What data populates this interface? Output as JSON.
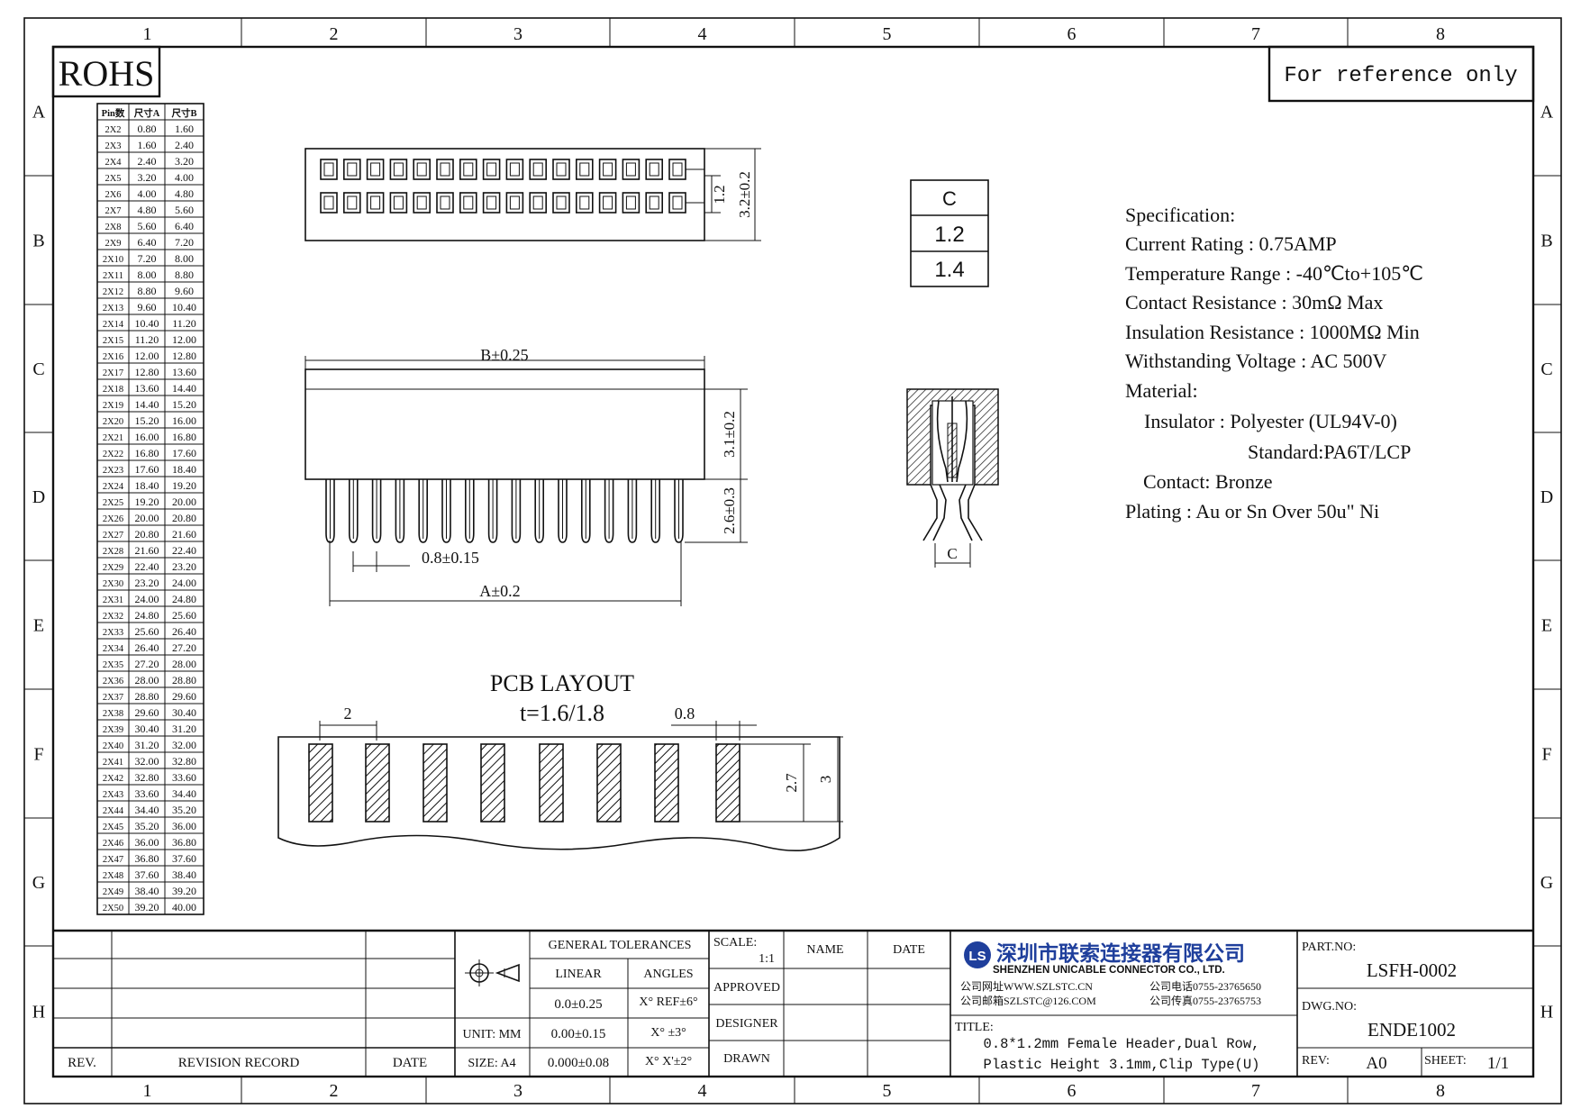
{
  "frame": {
    "col_labels": [
      "1",
      "2",
      "3",
      "4",
      "5",
      "6",
      "7",
      "8"
    ],
    "row_labels": [
      "A",
      "B",
      "C",
      "D",
      "E",
      "F",
      "G",
      "H"
    ]
  },
  "rohs": "ROHS",
  "reference_note": "For reference only",
  "pin_table": {
    "headers": [
      "Pin数",
      "尺寸A",
      "尺寸B"
    ],
    "rows": [
      [
        "2X2",
        "0.80",
        "1.60"
      ],
      [
        "2X3",
        "1.60",
        "2.40"
      ],
      [
        "2X4",
        "2.40",
        "3.20"
      ],
      [
        "2X5",
        "3.20",
        "4.00"
      ],
      [
        "2X6",
        "4.00",
        "4.80"
      ],
      [
        "2X7",
        "4.80",
        "5.60"
      ],
      [
        "2X8",
        "5.60",
        "6.40"
      ],
      [
        "2X9",
        "6.40",
        "7.20"
      ],
      [
        "2X10",
        "7.20",
        "8.00"
      ],
      [
        "2X11",
        "8.00",
        "8.80"
      ],
      [
        "2X12",
        "8.80",
        "9.60"
      ],
      [
        "2X13",
        "9.60",
        "10.40"
      ],
      [
        "2X14",
        "10.40",
        "11.20"
      ],
      [
        "2X15",
        "11.20",
        "12.00"
      ],
      [
        "2X16",
        "12.00",
        "12.80"
      ],
      [
        "2X17",
        "12.80",
        "13.60"
      ],
      [
        "2X18",
        "13.60",
        "14.40"
      ],
      [
        "2X19",
        "14.40",
        "15.20"
      ],
      [
        "2X20",
        "15.20",
        "16.00"
      ],
      [
        "2X21",
        "16.00",
        "16.80"
      ],
      [
        "2X22",
        "16.80",
        "17.60"
      ],
      [
        "2X23",
        "17.60",
        "18.40"
      ],
      [
        "2X24",
        "18.40",
        "19.20"
      ],
      [
        "2X25",
        "19.20",
        "20.00"
      ],
      [
        "2X26",
        "20.00",
        "20.80"
      ],
      [
        "2X27",
        "20.80",
        "21.60"
      ],
      [
        "2X28",
        "21.60",
        "22.40"
      ],
      [
        "2X29",
        "22.40",
        "23.20"
      ],
      [
        "2X30",
        "23.20",
        "24.00"
      ],
      [
        "2X31",
        "24.00",
        "24.80"
      ],
      [
        "2X32",
        "24.80",
        "25.60"
      ],
      [
        "2X33",
        "25.60",
        "26.40"
      ],
      [
        "2X34",
        "26.40",
        "27.20"
      ],
      [
        "2X35",
        "27.20",
        "28.00"
      ],
      [
        "2X36",
        "28.00",
        "28.80"
      ],
      [
        "2X37",
        "28.80",
        "29.60"
      ],
      [
        "2X38",
        "29.60",
        "30.40"
      ],
      [
        "2X39",
        "30.40",
        "31.20"
      ],
      [
        "2X40",
        "31.20",
        "32.00"
      ],
      [
        "2X41",
        "32.00",
        "32.80"
      ],
      [
        "2X42",
        "32.80",
        "33.60"
      ],
      [
        "2X43",
        "33.60",
        "34.40"
      ],
      [
        "2X44",
        "34.40",
        "35.20"
      ],
      [
        "2X45",
        "35.20",
        "36.00"
      ],
      [
        "2X46",
        "36.00",
        "36.80"
      ],
      [
        "2X47",
        "36.80",
        "37.60"
      ],
      [
        "2X48",
        "37.60",
        "38.40"
      ],
      [
        "2X49",
        "38.40",
        "39.20"
      ],
      [
        "2X50",
        "39.20",
        "40.00"
      ]
    ]
  },
  "dims": {
    "top_h_inner": "1.2",
    "top_h_outer": "3.2±0.2",
    "width_b": "B±0.25",
    "height_body": "3.1±0.2",
    "pin_length": "2.6±0.3",
    "pitch": "0.8±0.15",
    "width_a": "A±0.2",
    "c_label": "C"
  },
  "c_table": {
    "header": "C",
    "values": [
      "1.2",
      "1.4"
    ]
  },
  "spec": {
    "lines": [
      "Specification:",
      "Current Rating : 0.75AMP",
      "Temperature Range : -40℃to+105℃",
      "Contact Resistance : 30mΩ Max",
      "Insulation Resistance : 1000MΩ Min",
      "Withstanding Voltage : AC 500V",
      "Material:",
      "Insulator : Polyester (UL94V-0)",
      "Standard:PA6T/LCP",
      "Contact: Bronze",
      "Plating : Au or Sn Over 50u\" Ni"
    ]
  },
  "pcb": {
    "title": "PCB LAYOUT",
    "thickness": "t=1.6/1.8",
    "dim_pitch": "2",
    "dim_pad_w": "0.8",
    "dim_pad_h": "2.7",
    "dim_total_h": "3"
  },
  "title_block": {
    "general_tolerances": "GENERAL TOLERANCES",
    "linear": "LINEAR",
    "angles": "ANGLES",
    "lin_vals": [
      "0.0±0.25",
      "0.00±0.15",
      "0.000±0.08"
    ],
    "ang_vals": [
      "X° REF±6°",
      "X° ±3°",
      "X° X'±2°"
    ],
    "unit": "UNIT: MM",
    "size": "SIZE: A4",
    "scale_label": "SCALE:",
    "scale_value": "1:1",
    "name": "NAME",
    "date": "DATE",
    "approved": "APPROVED",
    "designer": "DESIGNER",
    "drawn": "DRAWN",
    "rev": "REV.",
    "revision_record": "REVISION RECORD",
    "rev_date": "DATE",
    "company_cn": "深圳市联索连接器有限公司",
    "company_en": "SHENZHEN UNICABLE CONNECTOR CO., LTD.",
    "website": "公司网址WWW.SZLSTC.CN",
    "email": "公司邮箱SZLSTC@126.COM",
    "phone": "公司电话0755-23765650",
    "fax": "公司传真0755-23765753",
    "title_label": "TITLE:",
    "title_line1": "0.8*1.2mm Female Header,Dual Row,",
    "title_line2": "Plastic Height 3.1mm,Clip Type(U)",
    "part_no_label": "PART.NO:",
    "part_no": "LSFH-0002",
    "dwg_no_label": "DWG.NO:",
    "dwg_no": "ENDE1002",
    "rev_label": "REV:",
    "rev_value": "A0",
    "sheet_label": "SHEET:",
    "sheet_value": "1/1"
  }
}
